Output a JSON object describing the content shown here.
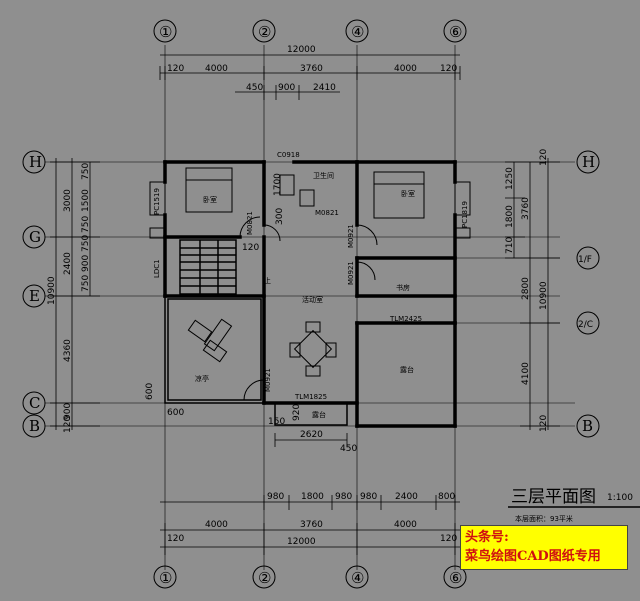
{
  "drawing": {
    "title": "三层平面图",
    "scale": "1:100",
    "area_note": "本层面积：93平米"
  },
  "axes_top": [
    "①",
    "②",
    "④",
    "⑥"
  ],
  "axes_bottom": [
    "①",
    "②",
    "④",
    "⑥"
  ],
  "axes_left": [
    "H",
    "G",
    "E",
    "C",
    "B"
  ],
  "axes_right": [
    "H",
    "1/F",
    "2/C",
    "B"
  ],
  "dims_top": {
    "total": "12000",
    "row1": [
      "120",
      "4000",
      "3760",
      "4000",
      "120"
    ],
    "row2": [
      "450",
      "900",
      "2410"
    ]
  },
  "dims_bottom": {
    "row1": [
      "980",
      "1800",
      "980",
      "980",
      "2400",
      "800"
    ],
    "row2": [
      "4000",
      "3760",
      "4000"
    ],
    "row2_edges": [
      "120",
      "120"
    ],
    "total": "12000"
  },
  "dims_left": {
    "total": "10900",
    "outer": [
      "3000",
      "2400",
      "4360",
      "900"
    ],
    "inner": [
      "750",
      "1500",
      "750",
      "750",
      "900",
      "750"
    ],
    "edge": "120"
  },
  "dims_right": {
    "total": "10900",
    "outer": [
      "3760",
      "2800",
      "4100"
    ],
    "inner": [
      "1250",
      "1800",
      "710"
    ],
    "edge_top": "120",
    "edge_bottom": "120"
  },
  "dims_internal": [
    "1700",
    "300",
    "120",
    "920",
    "2620",
    "450",
    "150",
    "600",
    "600"
  ],
  "rooms": {
    "bedroom": "卧室",
    "bathroom": "卫生间",
    "activity": "活动室",
    "study": "书房",
    "pavilion": "凉亭",
    "terrace": "露台"
  },
  "tags": {
    "c0918": "C0918",
    "m0821": "M0821",
    "m0821b": "M0821",
    "m0921a": "M0921",
    "m0921b": "M0921",
    "m0921c": "M0921",
    "pc1519": "PC1519",
    "pc1819": "PC1819",
    "ldc1": "LDC1",
    "tlm2425": "TLM2425",
    "tlm1825": "TLM1825",
    "up": "上"
  },
  "watermark": {
    "line1": "头条号:",
    "line2": "菜鸟绘图CAD图纸专用"
  },
  "colors": {
    "background": "#8f8f8f",
    "watermark_bg": "#ffff00",
    "watermark_text": "#d01010"
  }
}
